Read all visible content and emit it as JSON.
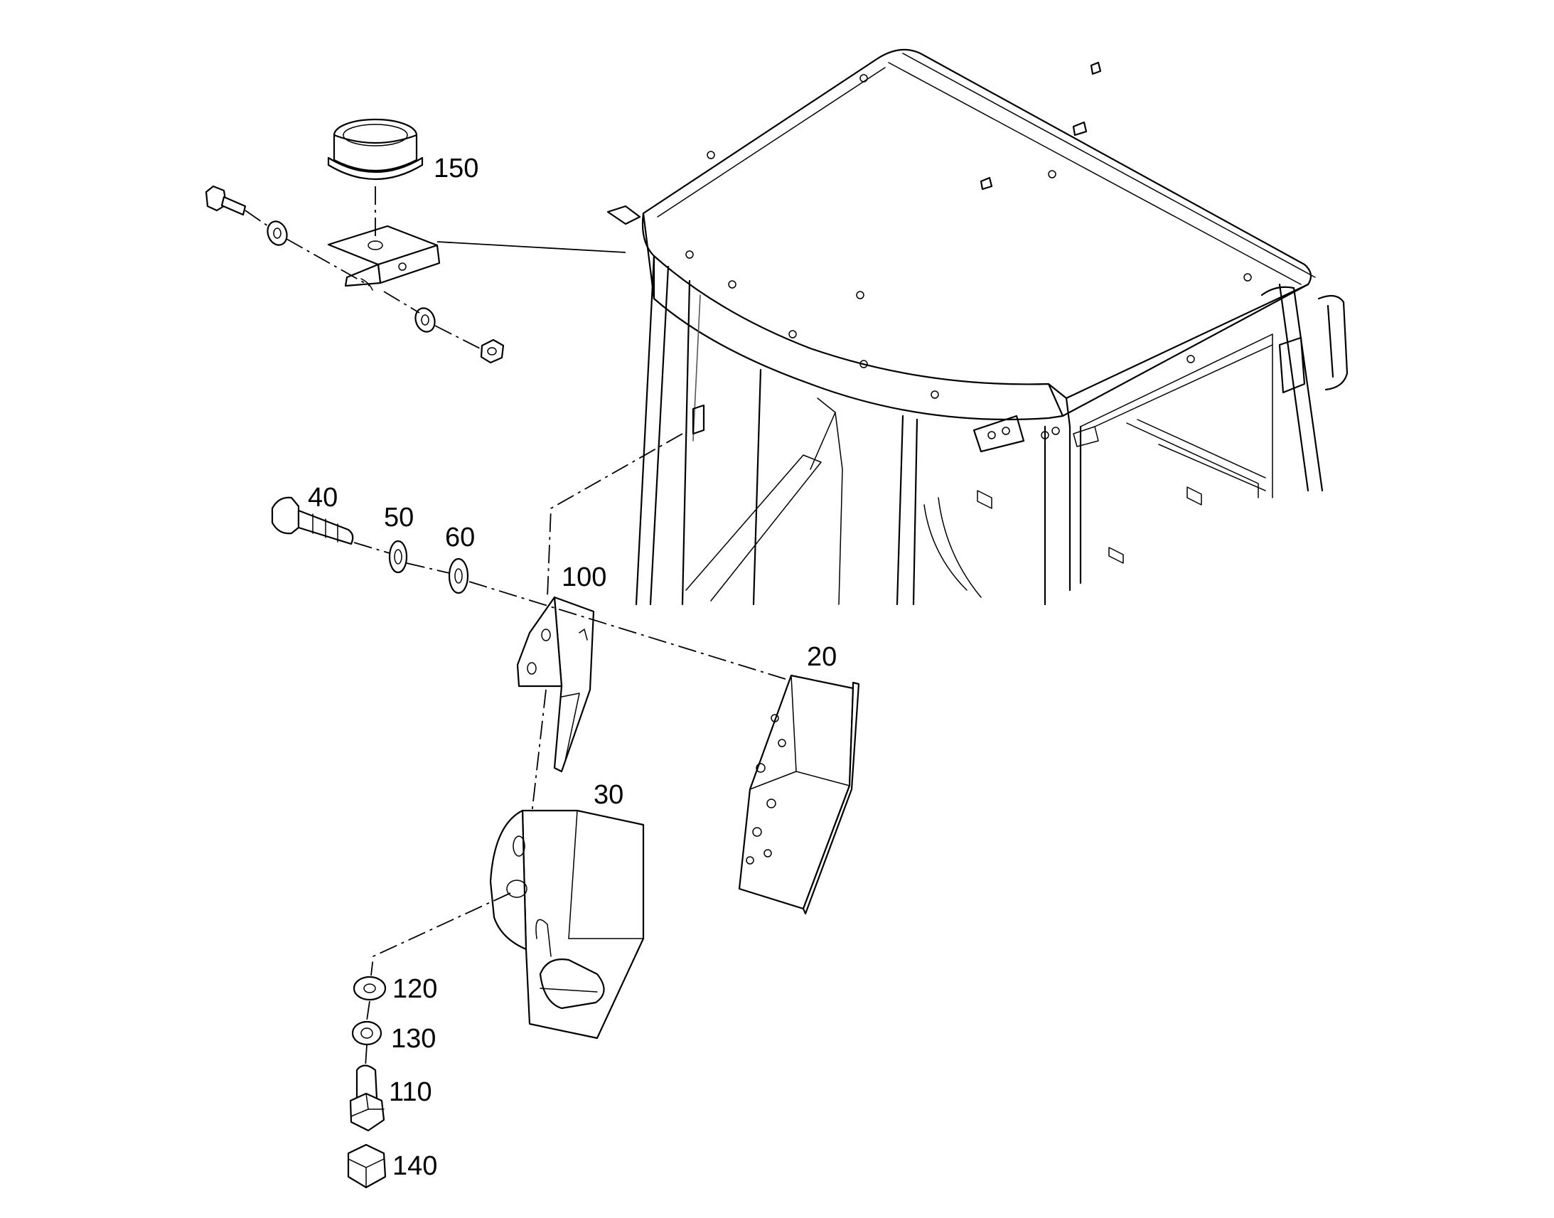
{
  "callouts": {
    "c150": "150",
    "c40": "40",
    "c50": "50",
    "c60": "60",
    "c100": "100",
    "c20": "20",
    "c30": "30",
    "c120": "120",
    "c130": "130",
    "c110": "110",
    "c140": "140"
  },
  "colors": {
    "line": "#000000",
    "background": "#ffffff"
  }
}
